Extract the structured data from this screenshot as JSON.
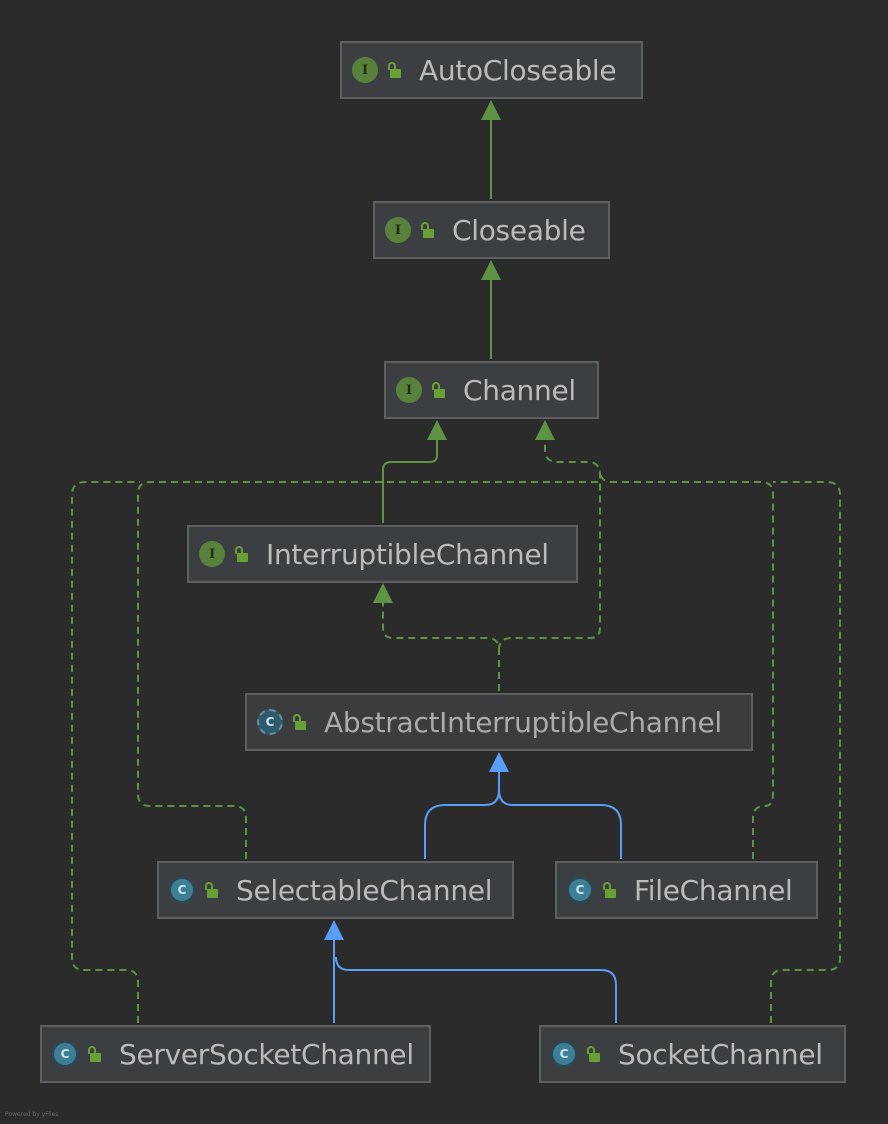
{
  "diagram": {
    "nodes": [
      {
        "id": "autocloseable",
        "label": "AutoCloseable",
        "kind": "interface",
        "icon": "interface-icon"
      },
      {
        "id": "closeable",
        "label": "Closeable",
        "kind": "interface",
        "icon": "interface-icon"
      },
      {
        "id": "channel",
        "label": "Channel",
        "kind": "interface",
        "icon": "interface-icon"
      },
      {
        "id": "interruptible",
        "label": "InterruptibleChannel",
        "kind": "interface",
        "icon": "interface-icon"
      },
      {
        "id": "abstractinterruptible",
        "label": "AbstractInterruptibleChannel",
        "kind": "abstract-class",
        "icon": "abstract-class-icon"
      },
      {
        "id": "selectable",
        "label": "SelectableChannel",
        "kind": "abstract-class",
        "icon": "abstract-class-icon"
      },
      {
        "id": "filechannel",
        "label": "FileChannel",
        "kind": "abstract-class",
        "icon": "abstract-class-icon"
      },
      {
        "id": "serversocket",
        "label": "ServerSocketChannel",
        "kind": "abstract-class",
        "icon": "abstract-class-icon"
      },
      {
        "id": "socket",
        "label": "SocketChannel",
        "kind": "abstract-class",
        "icon": "abstract-class-icon"
      }
    ],
    "edges": [
      {
        "from": "closeable",
        "to": "autocloseable",
        "type": "extends-interface"
      },
      {
        "from": "channel",
        "to": "closeable",
        "type": "extends-interface"
      },
      {
        "from": "interruptible",
        "to": "channel",
        "type": "extends-interface"
      },
      {
        "from": "abstractinterruptible",
        "to": "interruptible",
        "type": "implements"
      },
      {
        "from": "abstractinterruptible",
        "to": "channel",
        "type": "implements"
      },
      {
        "from": "selectable",
        "to": "abstractinterruptible",
        "type": "extends-class"
      },
      {
        "from": "filechannel",
        "to": "abstractinterruptible",
        "type": "extends-class"
      },
      {
        "from": "selectable",
        "to": "channel",
        "type": "implements"
      },
      {
        "from": "filechannel",
        "to": "channel",
        "type": "implements"
      },
      {
        "from": "serversocket",
        "to": "selectable",
        "type": "extends-class"
      },
      {
        "from": "socket",
        "to": "selectable",
        "type": "extends-class"
      },
      {
        "from": "serversocket",
        "to": "channel",
        "type": "implements"
      },
      {
        "from": "socket",
        "to": "channel",
        "type": "implements"
      }
    ],
    "colors": {
      "background": "#2b2b2b",
      "interface_edge": "#5e9343",
      "implements_edge": "#5e9343",
      "class_edge": "#589df6"
    }
  },
  "footer": "Powered by yFiles"
}
